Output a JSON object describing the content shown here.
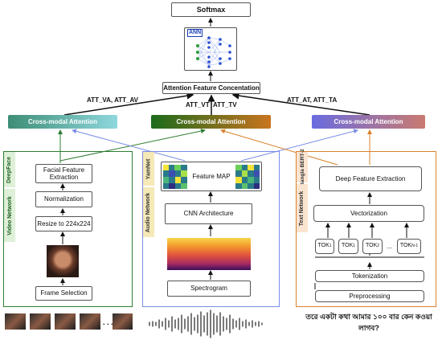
{
  "top": {
    "softmax": "Softmax",
    "ann_label": "ANN",
    "attention_concat": "Attention Feature Concentation"
  },
  "edges": {
    "att_va_av": "ATT_VA, ATT_AV",
    "att_vt_tv_1": "ATT_VT",
    "att_vt_tv_2": "ATT_TV",
    "att_at_ta": "ATT_AT, ATT_TA"
  },
  "cross_modal": {
    "left": "Cross-modal Attention",
    "middle": "Cross-modal Attention",
    "right": "Cross-modal Attention"
  },
  "video": {
    "network_label": "Video Network",
    "model_label": "DeepFace",
    "facial_feature": "Facial Feature Extraction",
    "normalization": "Normalization",
    "resize": "Resize to 224x224",
    "frame_selection": "Frame Selection"
  },
  "audio": {
    "network_label": "Audio Network",
    "model_label": "YamNet",
    "feature_map": "Feature MAP",
    "cnn": "CNN Architecture",
    "spectrogram": "Spectrogram"
  },
  "text": {
    "network_label": "Text Network",
    "model_label": "Bangla BERT-2",
    "deep_feature": "Deep Feature Extraction",
    "vectorization": "Vectorization",
    "tokens": [
      "TOK",
      "TOK",
      "TOK",
      "TOK"
    ],
    "token_subs": [
      "1",
      "1",
      "2",
      "N-1"
    ],
    "token_dots": "...",
    "tokenization": "Tokenization",
    "preprocessing": "Preprocessing"
  },
  "bottom": {
    "frames_ellipsis": ". . .",
    "bangla_sentence": "তরে একটা কথা আমার ১০০ বার কেন কওয়া লাগব?"
  },
  "colors": {
    "video_green": "#2e7d32",
    "audio_blue": "#7a8ce8",
    "text_orange": "#d9822b",
    "feature_dot": "#3b5bdb"
  }
}
